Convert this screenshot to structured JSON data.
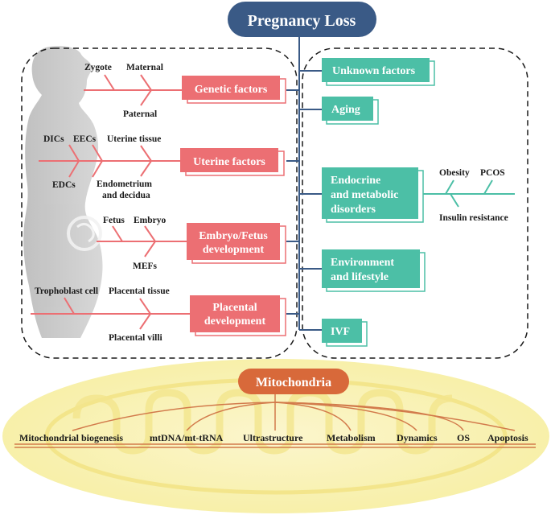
{
  "title": "Pregnancy Loss",
  "colors": {
    "title_box": "#3a5a86",
    "red": "#ec6f73",
    "teal": "#4cbfa6",
    "mito_box": "#d8693a",
    "mito_line": "#d27a4b",
    "ellipse_fill": "#f8f0a8",
    "silhouette": "#c9c9c9"
  },
  "left_causes": [
    {
      "label": "Genetic factors",
      "branches_top": [
        "Zygote",
        "Maternal"
      ],
      "branches_bottom": [
        "Paternal"
      ]
    },
    {
      "label": "Uterine factors",
      "branches_top": [
        "DICs",
        "EECs",
        "Uterine tissue"
      ],
      "branches_bottom": [
        "EDCs",
        "Endometrium",
        "and decidua"
      ]
    },
    {
      "label_line1": "Embryo/Fetus",
      "label_line2": "development",
      "branches_top": [
        "Fetus",
        "Embryo"
      ],
      "branches_bottom": [
        "MEFs"
      ]
    },
    {
      "label_line1": "Placental",
      "label_line2": "development",
      "branches_top": [
        "Trophoblast cell",
        "Placental tissue"
      ],
      "branches_bottom": [
        "Placental villi"
      ]
    }
  ],
  "right_causes": [
    {
      "label": "Unknown factors"
    },
    {
      "label": "Aging"
    },
    {
      "label_line1": "Endocrine",
      "label_line2": "and metabolic",
      "label_line3": "disorders",
      "branches_top": [
        "Obesity",
        "PCOS"
      ],
      "branches_bottom": [
        "Insulin resistance"
      ]
    },
    {
      "label_line1": "Environment",
      "label_line2": "and lifestyle"
    },
    {
      "label": "IVF"
    }
  ],
  "mitochondria": {
    "label": "Mitochondria",
    "items": [
      "Mitochondrial biogenesis",
      "mtDNA/mt-tRNA",
      "Ultrastructure",
      "Metabolism",
      "Dynamics",
      "OS",
      "Apoptosis"
    ]
  }
}
